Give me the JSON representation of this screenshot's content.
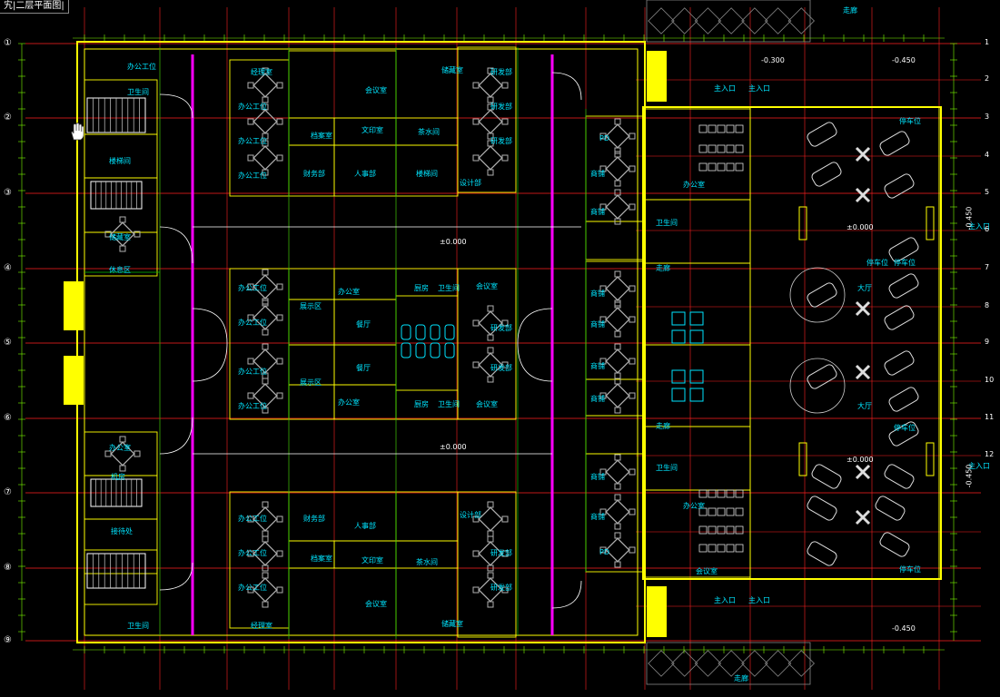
{
  "window": {
    "title": "宄|二层平面图|"
  },
  "grid": {
    "axes_left": [
      "①",
      "②",
      "③",
      "④",
      "⑤",
      "⑥",
      "⑦",
      "⑧",
      "⑨"
    ],
    "axes_right": [
      "1",
      "2",
      "3",
      "4",
      "5",
      "6",
      "7",
      "8",
      "9",
      "10",
      "11",
      "12"
    ]
  },
  "levels": {
    "upper_right_a": "-0.300",
    "upper_right_b": "-0.450",
    "center_a": "±0.000",
    "center_b": "±0.000",
    "right_a": "±0.000",
    "right_b": "±0.000",
    "lower_right": "-0.450",
    "side_a": "-0.450",
    "side_b": "-0.450"
  },
  "labels": {
    "room_work": "办公工位",
    "room_meeting": "会议室",
    "room_office": "办公室",
    "room_reception": "接待处",
    "room_stair": "楼梯间",
    "room_wc": "卫生间",
    "room_storage": "储藏室",
    "room_lounge": "休息区",
    "room_server": "机房",
    "room_parking": "停车位",
    "room_entry": "主入口",
    "room_pd": "PD",
    "room_corridor": "走廊",
    "room_hall": "大厅",
    "room_shop": "商铺",
    "room_tea": "茶水间",
    "room_lab": "研发部",
    "room_design": "设计部",
    "room_finance": "财务部",
    "room_hr": "人事部",
    "room_manager": "经理室",
    "room_archive": "档案室",
    "room_copy": "文印室",
    "room_dining": "餐厅",
    "room_kitchen": "厨房",
    "room_exhibit": "展示区"
  },
  "colors": {
    "background": "#000000",
    "wall": "#ffff00",
    "axis": "#ff2020",
    "room_text": "#00e5ff",
    "dim_text": "#7CFC00",
    "furniture": "#b0b0b0",
    "door": "#ffd700",
    "duct": "#ff00ff",
    "white": "#ffffff"
  },
  "icons": {
    "cursor": "hand-cursor-icon"
  }
}
